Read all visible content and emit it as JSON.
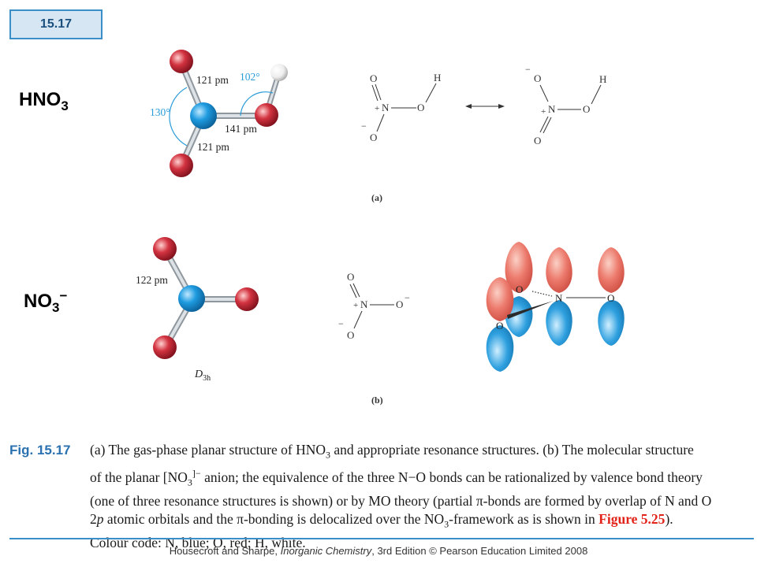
{
  "badge": "15.17",
  "formulas": {
    "hno3": {
      "main": "HNO",
      "sub": "3"
    },
    "no3": {
      "main": "NO",
      "sub": "3",
      "sup": "−"
    }
  },
  "panel_a": {
    "label": "(a)",
    "bond_top": "121 pm",
    "bond_bottom": "121 pm",
    "bond_no_h": "141 pm",
    "angle_left": "130°",
    "angle_right": "102°",
    "atom_o": "O",
    "atom_n": "N",
    "atom_h": "H",
    "plus": "+",
    "minus": "−"
  },
  "panel_b": {
    "label": "(b)",
    "bond_length": "122 pm",
    "symmetry_main": "D",
    "symmetry_sub": "3h",
    "atom_o": "O",
    "atom_n": "N",
    "plus": "+",
    "minus": "−"
  },
  "caption": {
    "fig_label": "Fig. 15.17",
    "line1a": "(a) The gas-phase planar structure of HNO",
    "line1a_sub": "3",
    "line1b": " and appropriate resonance structures. (b) The molecular structure",
    "line2a": "of the planar [NO",
    "line2a_sub": "3",
    "line2a_sup": "]−",
    "line2b": " anion; the equivalence of the three N−O bonds can be rationalized by valence bond theory",
    "line3": "(one of three resonance structures is shown) or by MO theory (partial π-bonds are formed by overlap of N and O",
    "line4a": "2",
    "line4a_it": "p",
    "line4b": " atomic orbitals and the π-bonding is delocalized over the NO",
    "line4b_sub": "3",
    "line4c": "-framework as is shown in ",
    "line4_ref": "Figure 5.25",
    "line4d": ").",
    "line5": "Colour code: N, blue; O, red; H, white."
  },
  "footer": {
    "pre": "Housecroft and Sharpe, ",
    "title": "Inorganic Chemistry",
    "post": ", 3rd Edition © Pearson Education Limited 2008"
  },
  "colors": {
    "accent": "#3a8fc8",
    "nitrogen": "#1e9be0",
    "oxygen": "#d2323f",
    "hydrogen": "#eeeeee",
    "orbital_red": "#ec7a6c",
    "orbital_blue": "#2fa0df",
    "ref_red": "#e2231a"
  }
}
